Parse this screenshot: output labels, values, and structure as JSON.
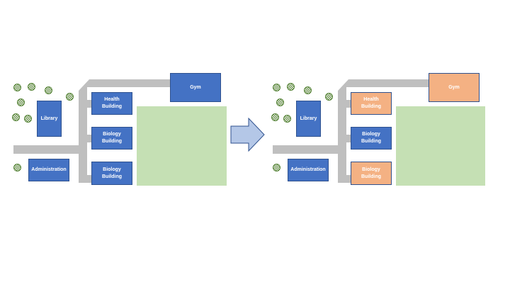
{
  "diagram": {
    "title": "",
    "colors": {
      "building_default": "#4472c4",
      "building_highlighted": "#f4b183",
      "building_border": "#2f528f",
      "road": "#bfbfbf",
      "field": "#c5e0b4",
      "tree": "#548235",
      "arrow_fill": "#b4c7e7",
      "arrow_border": "#2f528f"
    },
    "before": {
      "buildings": {
        "library": {
          "label": "Library",
          "state": "default"
        },
        "administration": {
          "label": "Administration",
          "state": "default"
        },
        "health": {
          "label": "Health\nBuilding",
          "state": "default"
        },
        "biology_1": {
          "label": "Biology\nBuilding",
          "state": "default"
        },
        "biology_2": {
          "label": "Biology\nBuilding",
          "state": "default"
        },
        "gym": {
          "label": "Gym",
          "state": "default"
        }
      },
      "tree_count": 8
    },
    "transition": {
      "icon": "right-arrow-icon"
    },
    "after": {
      "buildings": {
        "library": {
          "label": "Library",
          "state": "default"
        },
        "administration": {
          "label": "Administration",
          "state": "default"
        },
        "health": {
          "label": "Health\nBuilding",
          "state": "highlighted"
        },
        "biology_1": {
          "label": "Biology\nBuilding",
          "state": "default"
        },
        "biology_2": {
          "label": "Biology\nBuilding",
          "state": "highlighted"
        },
        "gym": {
          "label": "Gym",
          "state": "highlighted"
        }
      },
      "tree_count": 8
    }
  }
}
